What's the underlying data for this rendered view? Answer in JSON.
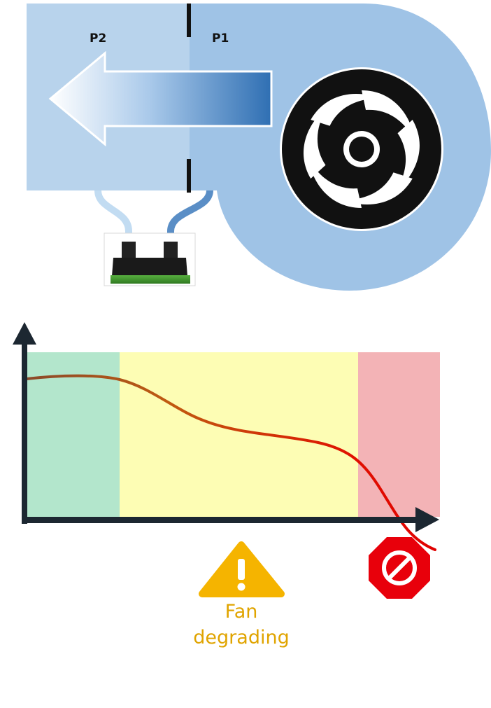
{
  "duct": {
    "downstream_label": "P2",
    "upstream_label": "P1"
  },
  "chart": {
    "warning_text_line1": "Fan",
    "warning_text_line2": "degrading"
  },
  "icons": {
    "fan": "fan-impeller-icon",
    "sensor": "differential-pressure-sensor-icon",
    "warning": "warning-triangle-icon",
    "stop": "stop-sign-icon"
  },
  "colors": {
    "duct_light": "#b8d3ec",
    "duct_dark": "#9fc3e6",
    "arrow_dark": "#2f6fb3",
    "zone_good": "#b3e6cc",
    "zone_warning": "#fdfdb4",
    "zone_stop": "#f3b3b6",
    "curve_start": "#8b4a2a",
    "curve_end": "#e00000",
    "warning_icon": "#f5b400",
    "warning_text": "#e0a400",
    "stop_icon": "#e8000b",
    "axis": "#1c2731"
  }
}
